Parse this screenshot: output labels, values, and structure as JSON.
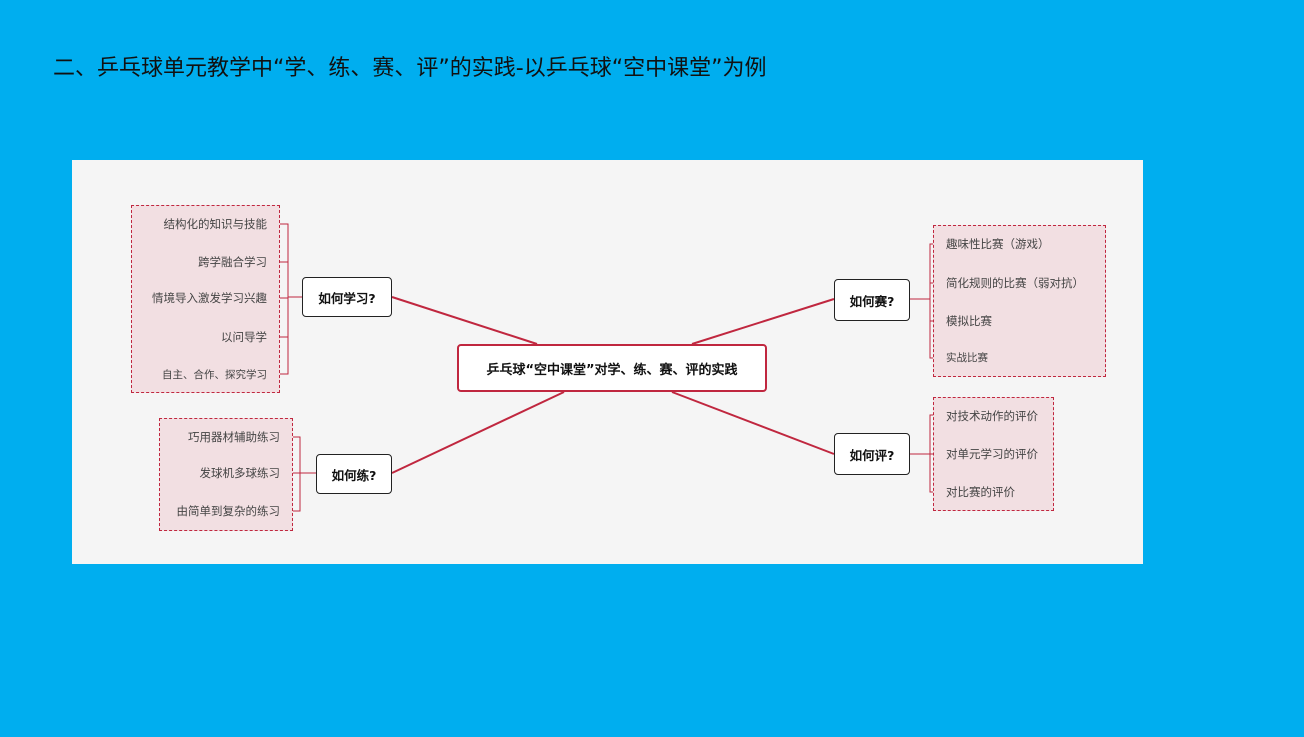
{
  "slide": {
    "title": "二、乒乓球单元教学中“学、练、赛、评”的实践-以乒乓球“空中课堂”为例"
  },
  "mindmap": {
    "center": "乒乓球“空中课堂”对学、练、赛、评的实践",
    "learn": {
      "label": "如何学习?",
      "items": [
        "结构化的知识与技能",
        "跨学融合学习",
        "情境导入激发学习兴趣",
        "以问导学",
        "自主、合作、探究学习"
      ]
    },
    "practice": {
      "label": "如何练?",
      "items": [
        "巧用器材辅助练习",
        "发球机多球练习",
        "由简单到复杂的练习"
      ]
    },
    "compete": {
      "label": "如何赛?",
      "items": [
        "趣味性比赛（游戏）",
        "简化规则的比赛（弱对抗）",
        "模拟比赛",
        "实战比赛"
      ]
    },
    "evaluate": {
      "label": "如何评?",
      "items": [
        "对技术动作的评价",
        "对单元学习的评价",
        "对比赛的评价"
      ]
    }
  },
  "colors": {
    "background": "#00aeef",
    "accent": "#c0273f",
    "group_fill": "#f2dfe2"
  }
}
